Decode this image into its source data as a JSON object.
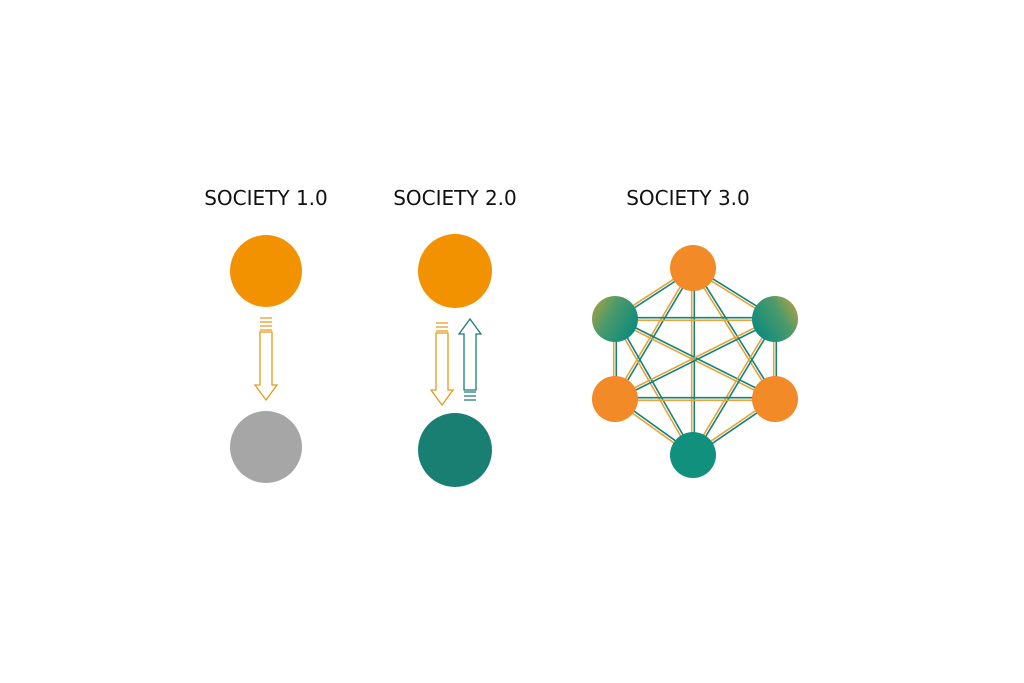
{
  "titles": {
    "society1": "SOCIETY 1.0",
    "society2": "SOCIETY 2.0",
    "society3": "SOCIETY 3.0"
  },
  "colors": {
    "orange": "#F39200",
    "orange_node": "#F18A27",
    "gray": "#A6A6A6",
    "teal": "#1A7F73",
    "teal_node": "#11907D",
    "link_orange": "#E8A33A",
    "link_teal": "#13837A"
  }
}
